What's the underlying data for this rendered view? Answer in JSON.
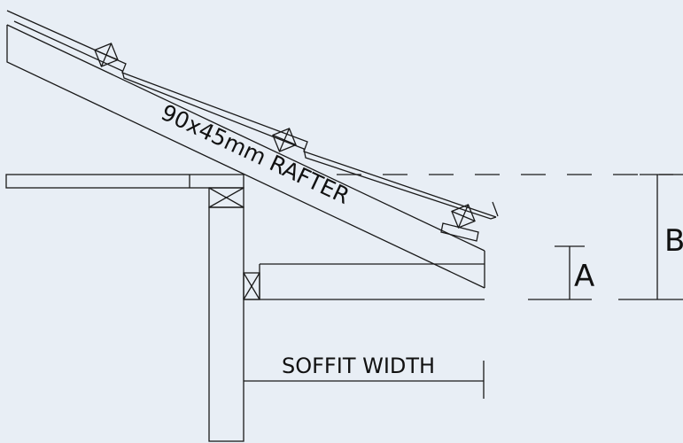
{
  "diagram": {
    "rafter_label": "90x45mm RAFTER",
    "dim_a_label": "A",
    "dim_b_label": "B",
    "soffit_label": "SOFFIT WIDTH"
  },
  "colors": {
    "background": "#e8eef5",
    "line": "#1a1a1a"
  }
}
